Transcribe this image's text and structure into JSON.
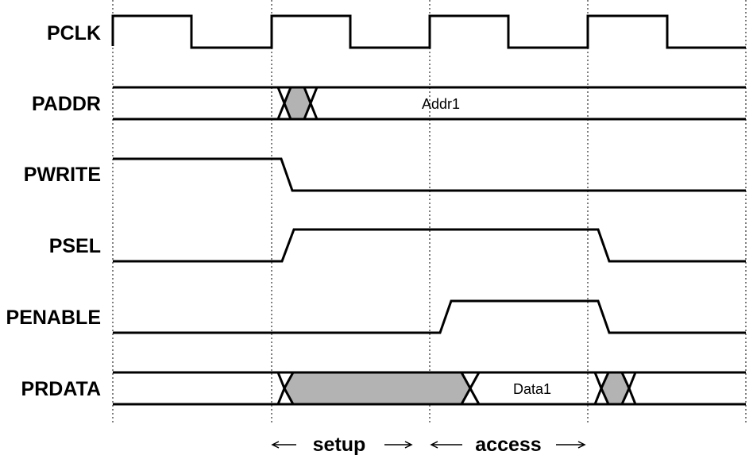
{
  "signals": [
    {
      "name": "PCLK"
    },
    {
      "name": "PADDR",
      "bus_label": "Addr1"
    },
    {
      "name": "PWRITE"
    },
    {
      "name": "PSEL"
    },
    {
      "name": "PENABLE"
    },
    {
      "name": "PRDATA",
      "bus_label": "Data1"
    }
  ],
  "phases": {
    "setup": "setup",
    "access": "access"
  }
}
